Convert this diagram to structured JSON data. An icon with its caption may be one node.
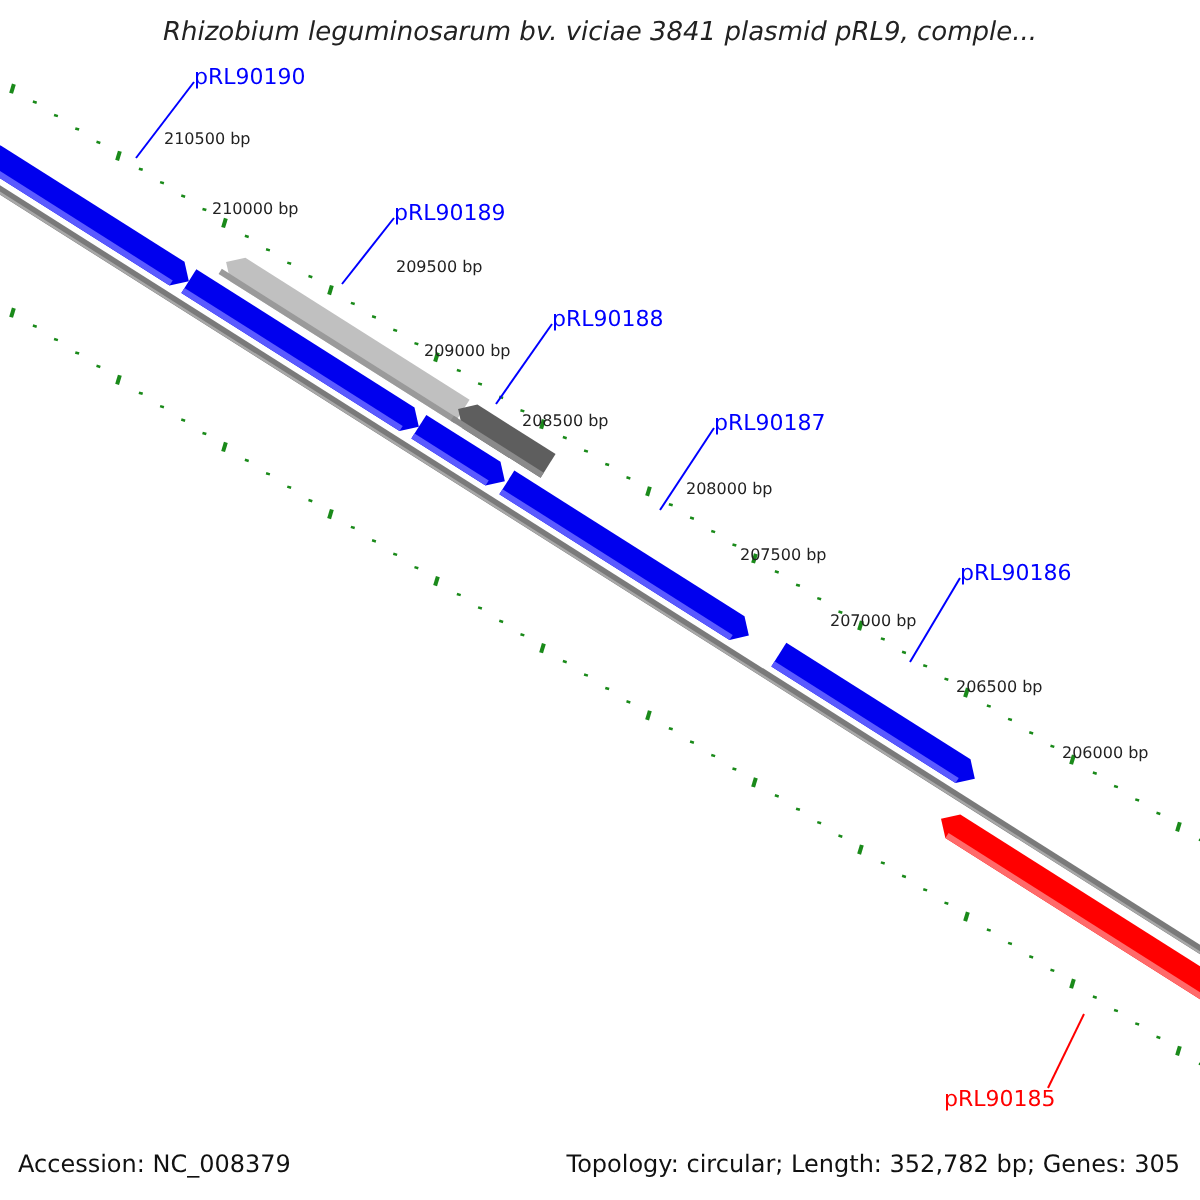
{
  "diagram": {
    "title": "Rhizobium leguminosarum bv. viciae 3841 plasmid pRL9, comple...",
    "nodes": [
      {
        "text": [
          "pRL90190"
        ]
      },
      {
        "text": [
          "pRL90189"
        ]
      },
      {
        "text": [
          "pRL90188"
        ]
      },
      {
        "text": [
          "pRL90187"
        ]
      },
      {
        "text": [
          "pRL90186"
        ]
      },
      {
        "text": [
          "pRL90185"
        ]
      }
    ],
    "edges": [
      {
        "from": 0,
        "to": null,
        "arrow": "none"
      },
      {
        "from": 1,
        "to": null,
        "arrow": "none"
      },
      {
        "from": 2,
        "to": null,
        "arrow": "none"
      },
      {
        "from": 3,
        "to": null,
        "arrow": "none"
      },
      {
        "from": 4,
        "to": null,
        "arrow": "none"
      },
      {
        "from": 5,
        "to": null,
        "arrow": "none",
        "color": "#ff0000"
      }
    ],
    "labels": [
      "210500 bp",
      "210000 bp",
      "209500 bp",
      "209000 bp",
      "208500 bp",
      "208000 bp",
      "207500 bp",
      "207000 bp",
      "206500 bp",
      "206000 bp",
      "Accession: NC_008379",
      "Topology: circular; Length: 352,782 bp; Genes: 305"
    ]
  }
}
